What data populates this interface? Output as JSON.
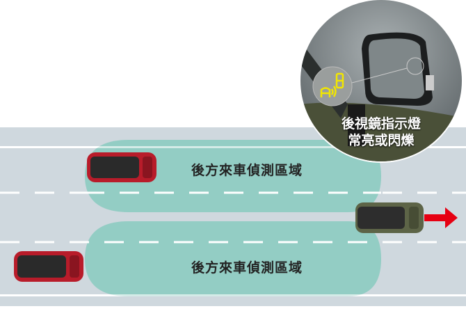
{
  "zones": [
    {
      "label": "後方來車偵測區域"
    },
    {
      "label": "後方來車偵測區域"
    }
  ],
  "mirror_callout": {
    "line1": "後視鏡指示燈",
    "line2": "常亮或閃爍"
  },
  "colors": {
    "road": "#cfd8de",
    "zone": "#93cdc4",
    "indicator": "#f2e600",
    "arrow": "#e60012",
    "detected_car": "#b81c2a",
    "own_car": "#5d6447"
  }
}
